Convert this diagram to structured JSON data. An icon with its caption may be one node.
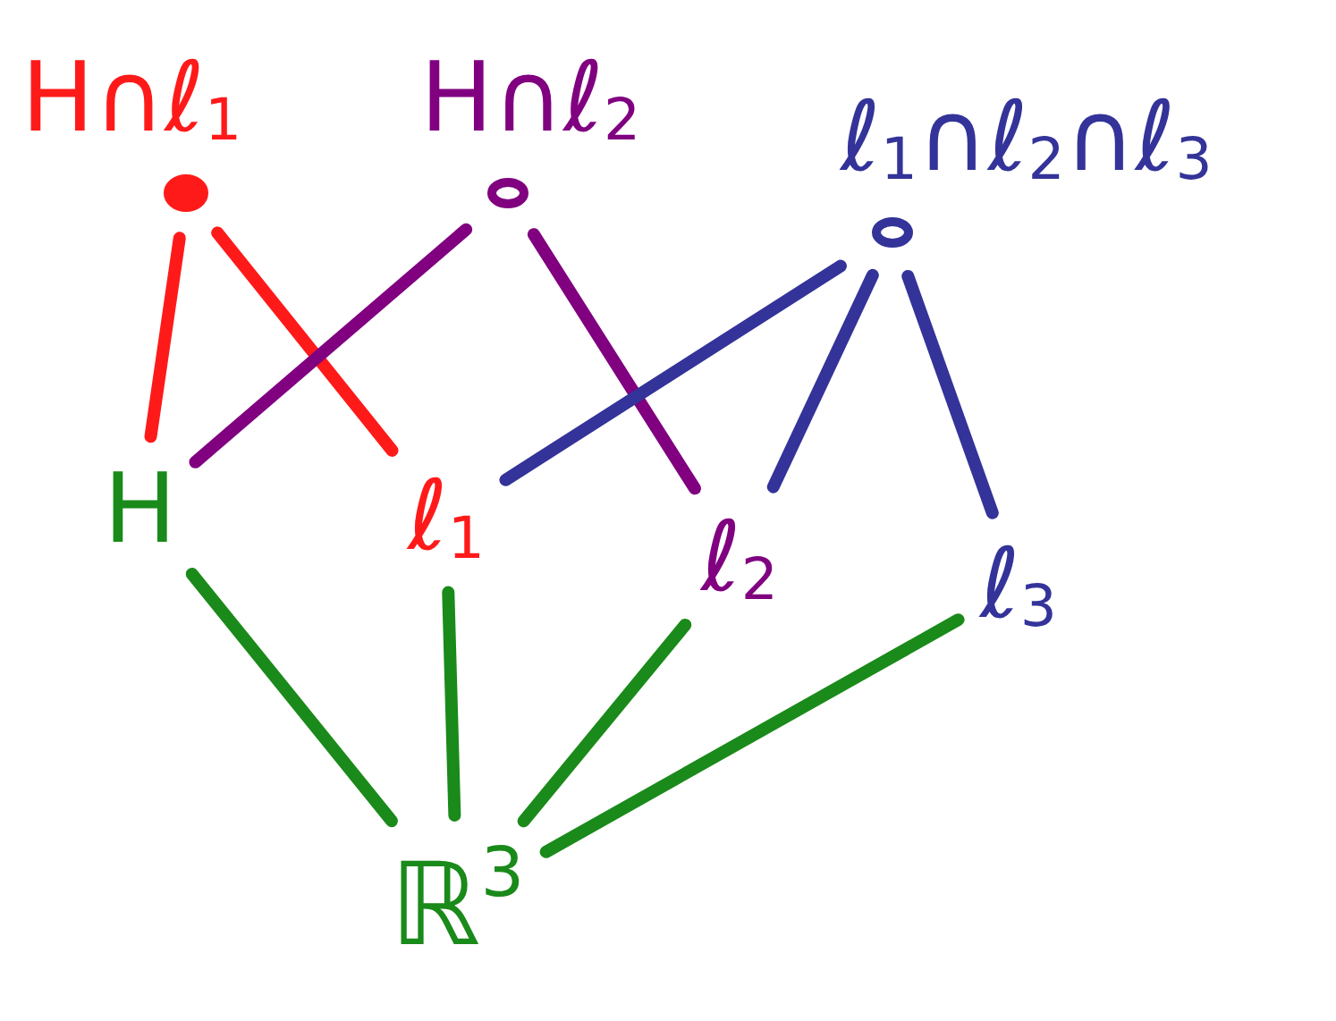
{
  "diagram": {
    "nodes": [
      {
        "text": [
          "H∩ℓ$_{1}$"
        ]
      },
      {
        "text": [
          "H∩ℓ$_{2}$"
        ]
      },
      {
        "text": [
          "ℓ$_{1}$∩ℓ$_{2}$∩ℓ$_{3}$"
        ]
      },
      {
        "text": [
          "H"
        ]
      },
      {
        "text": [
          "ℓ$_{1}$"
        ]
      },
      {
        "text": [
          "ℓ$_{2}$"
        ]
      },
      {
        "text": [
          "ℓ$_{3}$"
        ]
      },
      {
        "text": [
          "ℝ$^{3}$"
        ]
      }
    ],
    "edges": [
      {
        "from": 0,
        "to": 3,
        "arrow": "none",
        "color": "#ff1a1a"
      },
      {
        "from": 0,
        "to": 4,
        "arrow": "none",
        "color": "#ff1a1a"
      },
      {
        "from": 1,
        "to": 3,
        "arrow": "none",
        "color": "#800080"
      },
      {
        "from": 1,
        "to": 5,
        "arrow": "none",
        "color": "#800080"
      },
      {
        "from": 2,
        "to": 4,
        "arrow": "none",
        "color": "#333399"
      },
      {
        "from": 2,
        "to": 5,
        "arrow": "none",
        "color": "#333399"
      },
      {
        "from": 2,
        "to": 6,
        "arrow": "none",
        "color": "#333399"
      },
      {
        "from": 3,
        "to": 7,
        "arrow": "none"
      },
      {
        "from": 4,
        "to": 7,
        "arrow": "none"
      },
      {
        "from": 5,
        "to": 7,
        "arrow": "none"
      },
      {
        "from": 6,
        "to": 7,
        "arrow": "none"
      }
    ]
  }
}
